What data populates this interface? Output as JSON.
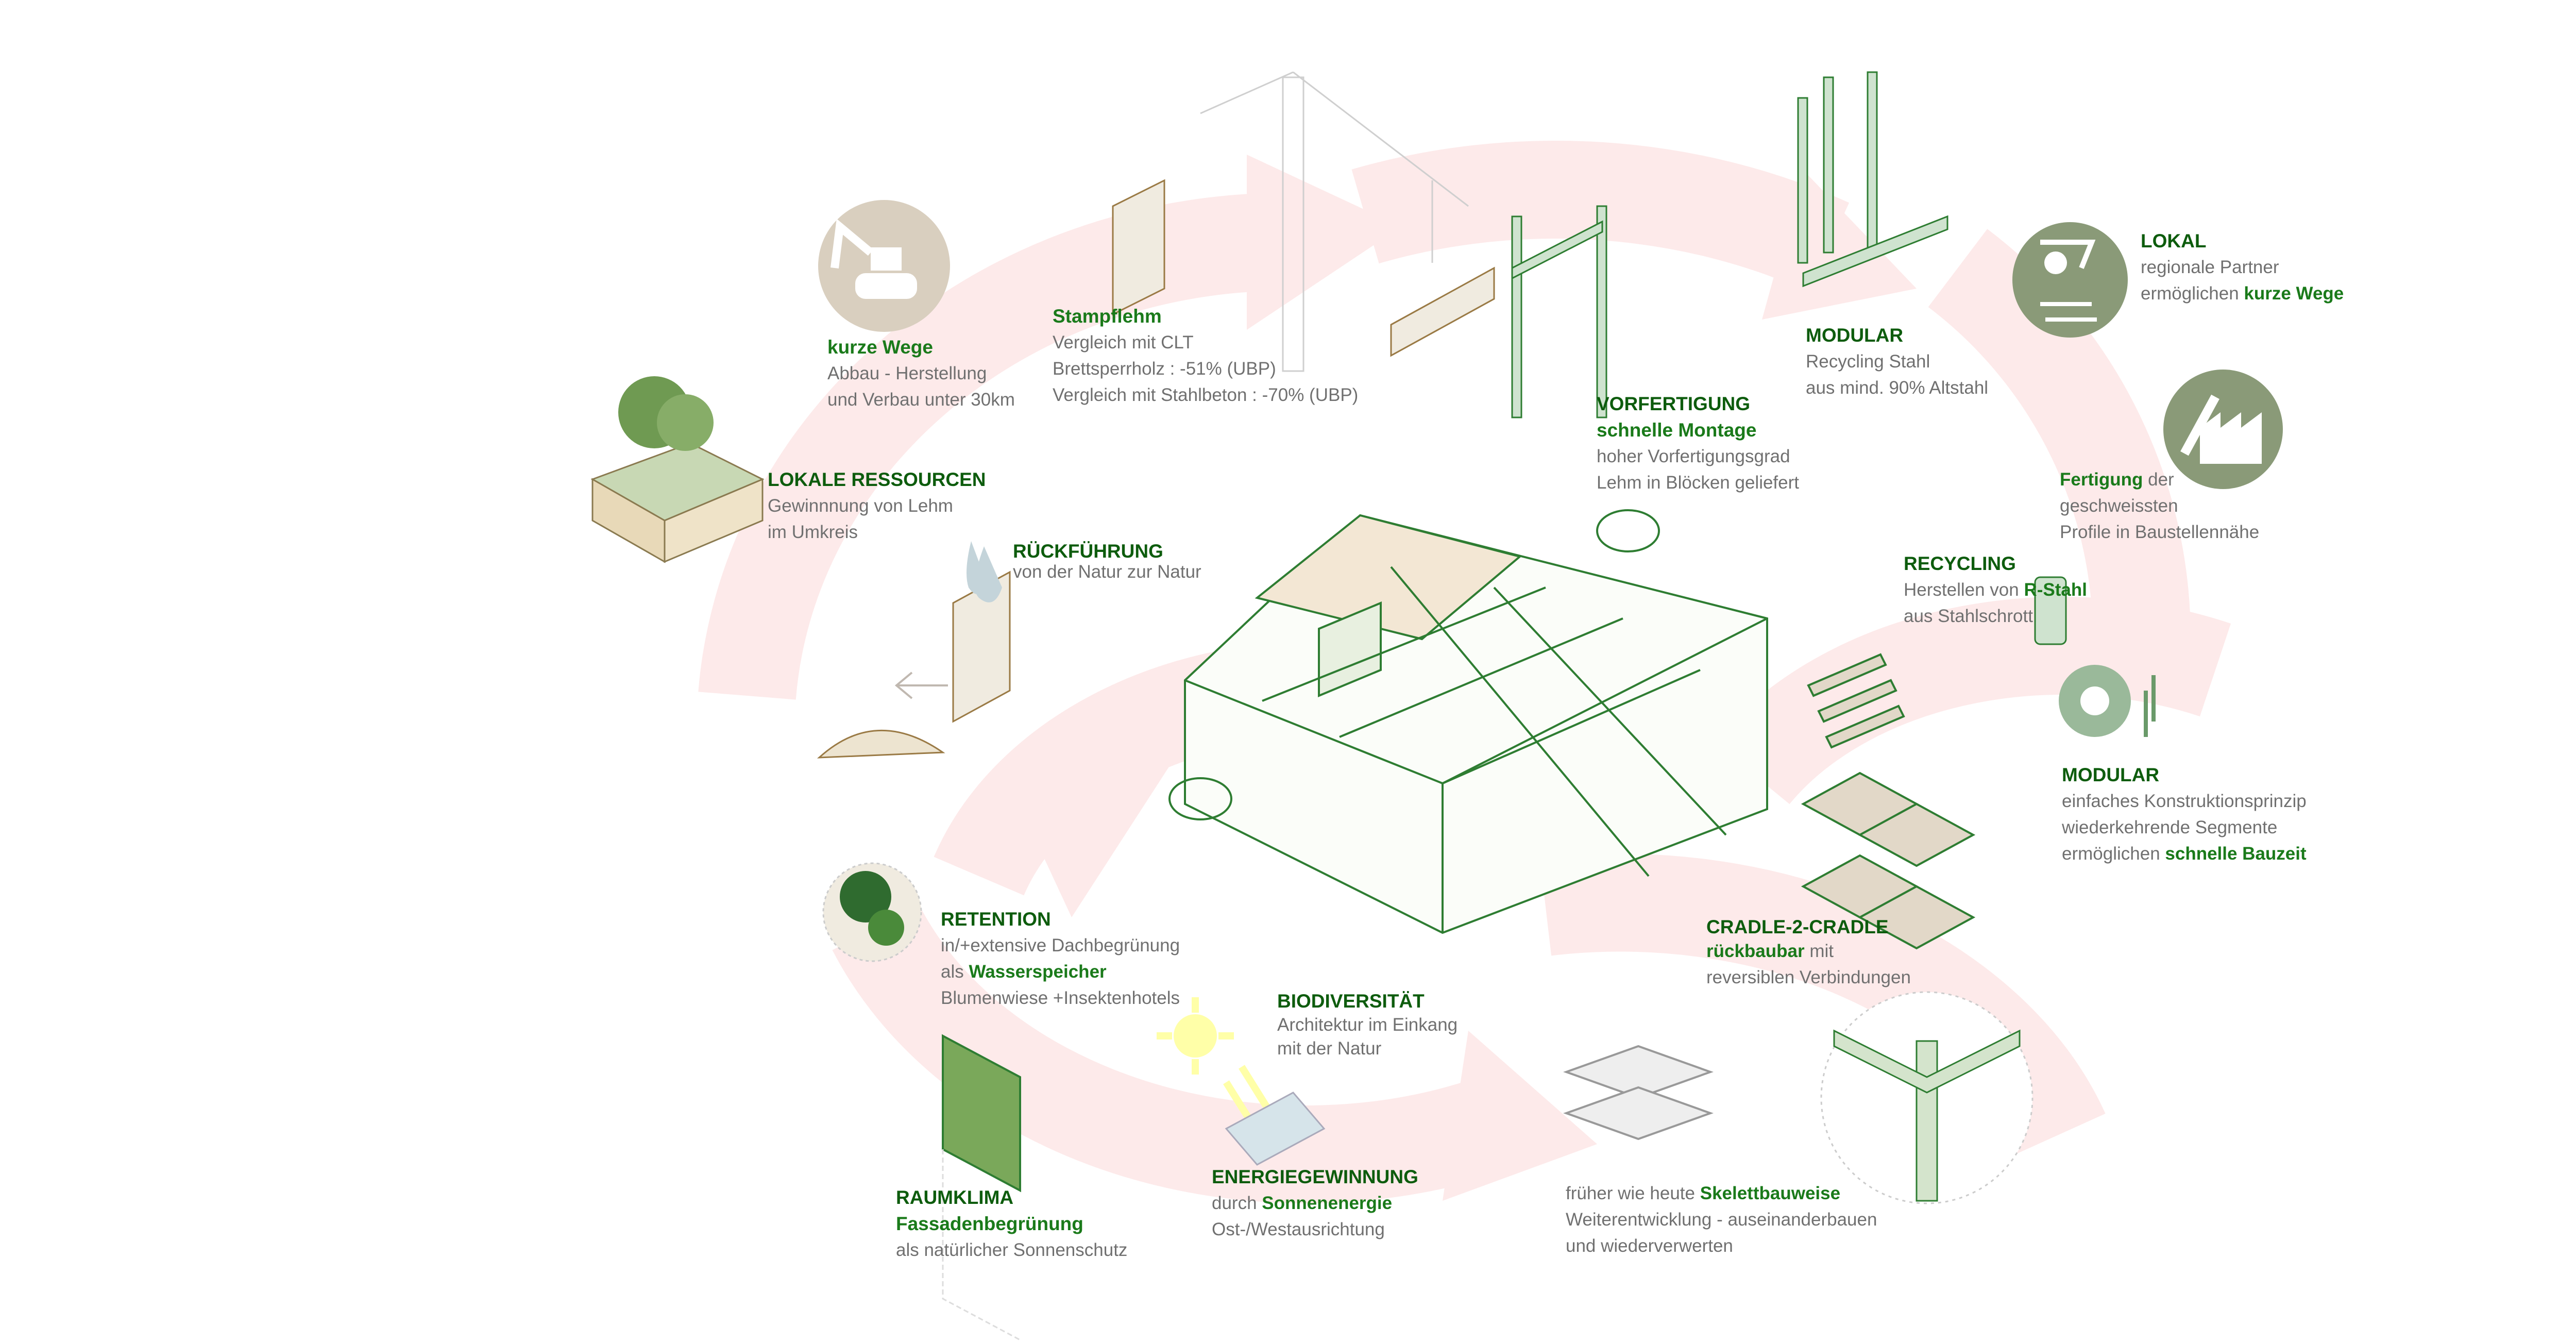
{
  "colors": {
    "heading": "#0d5c0d",
    "highlight": "#1a7a1a",
    "body": "#707070",
    "arrow_band": "#fdeaea",
    "structure": "#2e7d32",
    "icon_green": "#8a9a78",
    "icon_beige": "#d9cfbf"
  },
  "blocks": {
    "kurze_wege": {
      "title": "kurze Wege",
      "lines": [
        "Abbau - Herstellung",
        "und Verbau unter 30km"
      ]
    },
    "stampflehm": {
      "title": "Stampflehm",
      "lines": [
        "Vergleich mit CLT",
        "Brettsperrholz : -51% (UBP)",
        "Vergleich mit Stahlbeton : -70% (UBP)"
      ]
    },
    "lokale_ressourcen": {
      "title": "LOKALE RESSOURCEN",
      "lines": [
        "Gewinnnung von Lehm",
        "im Umkreis"
      ]
    },
    "rueckfuehrung": {
      "title": "RÜCKFÜHRUNG",
      "lines": [
        "von der Natur zur Natur"
      ]
    },
    "vorfertigung": {
      "title": "VORFERTIGUNG",
      "subtitle": "schnelle Montage",
      "lines": [
        "hoher Vorfertigungsgrad",
        "Lehm in Blöcken geliefert"
      ]
    },
    "modular_top": {
      "title": "MODULAR",
      "lines": [
        "Recycling Stahl",
        "aus mind. 90% Altstahl"
      ]
    },
    "lokal": {
      "title": "LOKAL",
      "line1": "regionale Partner",
      "line2_pre": "ermöglichen ",
      "line2_hl": "kurze Wege"
    },
    "fertigung": {
      "hl": "Fertigung",
      "rest": " der",
      "lines": [
        "geschweissten",
        "Profile in Baustellennähe"
      ]
    },
    "recycling": {
      "title": "RECYCLING",
      "line1_pre": "Herstellen von ",
      "line1_hl": "R-Stahl",
      "line2": "aus Stahlschrott"
    },
    "modular_right": {
      "title": "MODULAR",
      "lines": [
        "einfaches Konstruktionsprinzip",
        "wiederkehrende Segmente"
      ],
      "line3_pre": "ermöglichen ",
      "line3_hl": "schnelle Bauzeit"
    },
    "cradle": {
      "title": "CRADLE-2-CRADLE",
      "line1_hl": "rückbaubar",
      "line1_rest": " mit",
      "line2": "reversiblen Verbindungen"
    },
    "retention": {
      "title": "RETENTION",
      "line1": "in/+extensive Dachbegrünung",
      "line2_pre": "als ",
      "line2_hl": "Wasserspeicher",
      "line3": "Blumenwiese +Insektenhotels"
    },
    "biodiversitaet": {
      "title": "BIODIVERSITÄT",
      "lines": [
        "Architektur im Einkang",
        "mit der Natur"
      ]
    },
    "raumklima": {
      "title": "RAUMKLIMA",
      "subtitle": "Fassadenbegrünung",
      "lines": [
        "als natürlicher Sonnenschutz"
      ]
    },
    "energie": {
      "title": "ENERGIEGEWINNUNG",
      "line1_pre": "durch ",
      "line1_hl": "Sonnenenergie",
      "line2": "Ost-/Westausrichtung"
    },
    "skelett": {
      "line1_pre": "früher wie heute ",
      "line1_hl": "Skelettbauweise",
      "lines": [
        "Weiterentwicklung  - auseinanderbauen",
        "und wiederverwerten"
      ]
    }
  }
}
